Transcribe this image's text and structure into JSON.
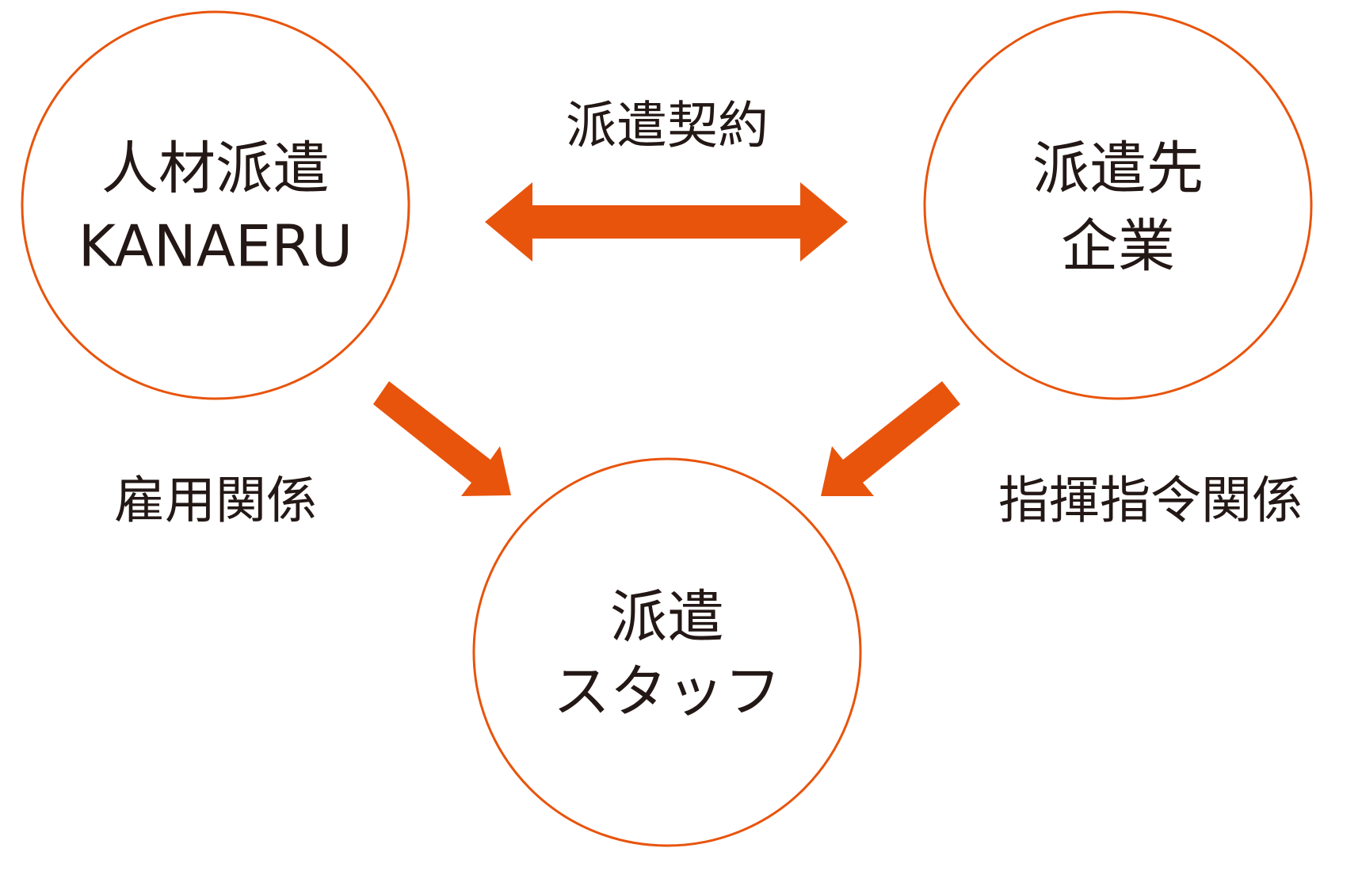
{
  "colors": {
    "accent": "#e8540c",
    "circle_stroke": "#e8540c",
    "text": "#231815",
    "background": "#ffffff"
  },
  "nodes": {
    "dispatch_agency": {
      "line1": "人材派遣",
      "line2": "KANAERU"
    },
    "client_company": {
      "line1": "派遣先",
      "line2": "企業"
    },
    "dispatch_staff": {
      "line1": "派遣",
      "line2": "スタッフ"
    }
  },
  "edges": {
    "dispatch_contract": {
      "label": "派遣契約",
      "direction": "bidirectional"
    },
    "employment_relationship": {
      "label": "雇用関係",
      "direction": "agency-to-staff"
    },
    "command_relationship": {
      "label": "指揮指令関係",
      "direction": "client-to-staff"
    }
  }
}
